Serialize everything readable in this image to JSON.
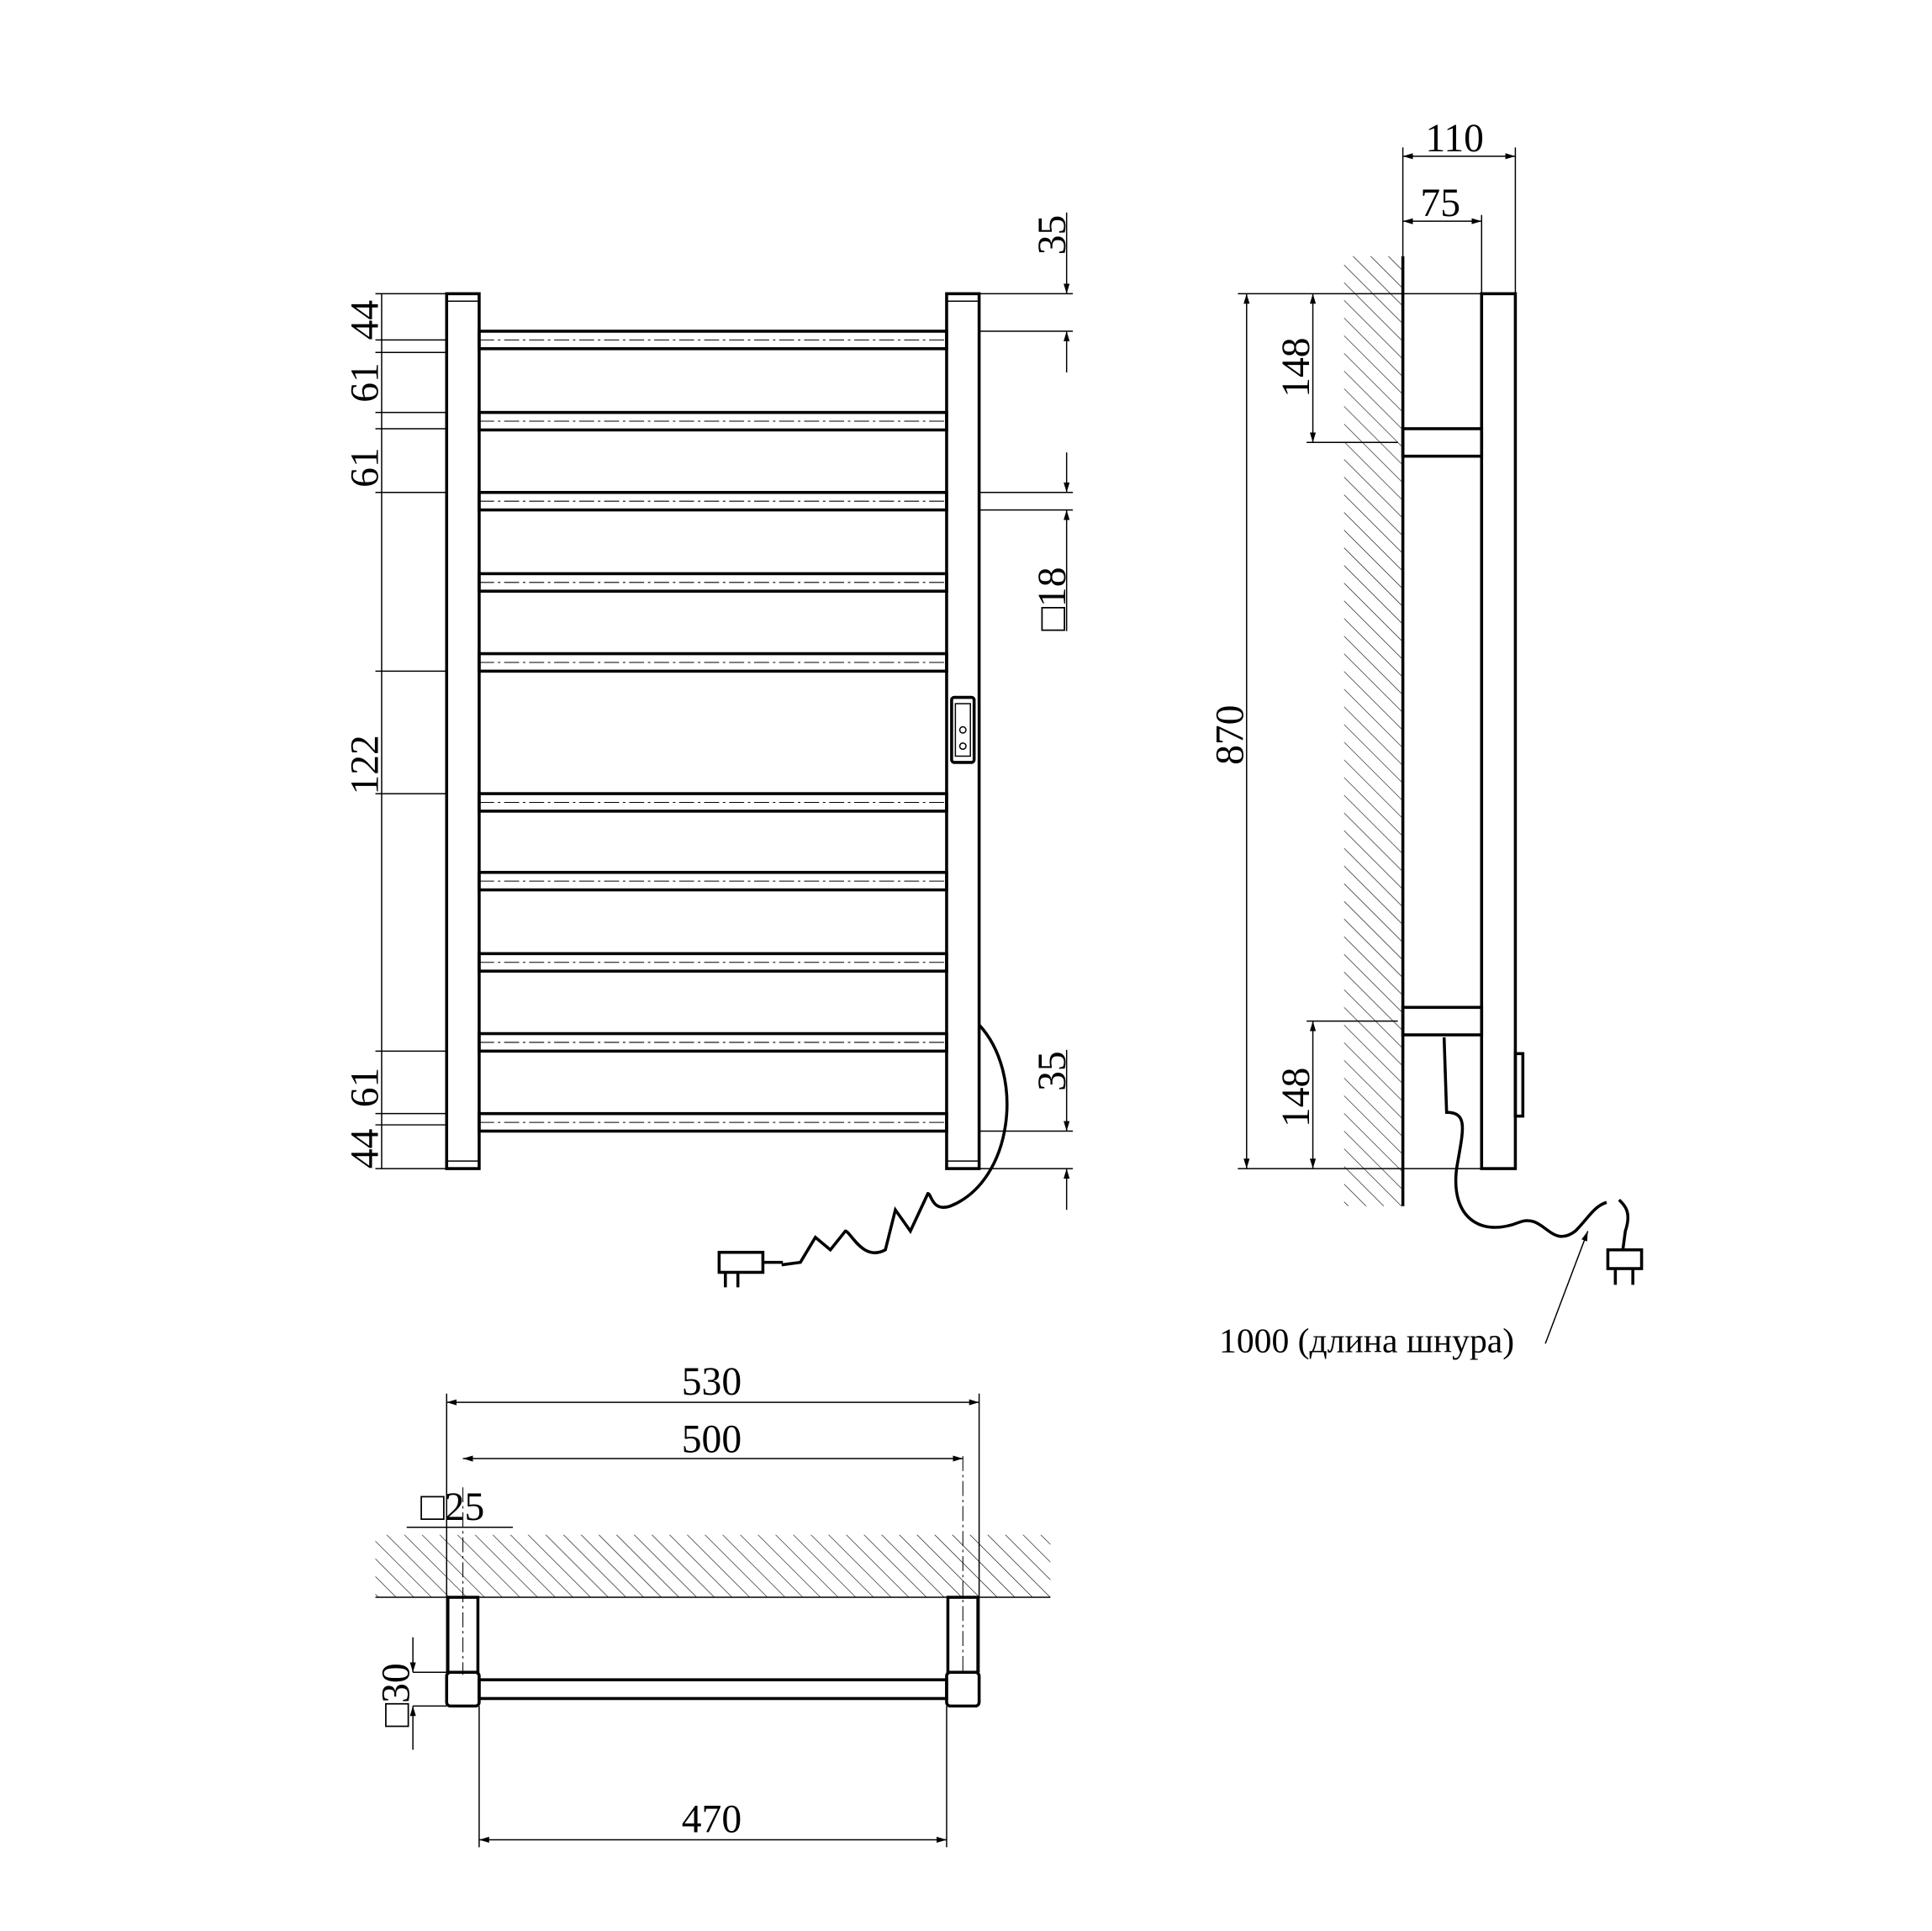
{
  "front_view": {
    "dims_left": [
      "44",
      "61",
      "61",
      "122",
      "61",
      "44"
    ],
    "dims_right": {
      "top": "35",
      "square": "□18",
      "bottom": "35"
    }
  },
  "side_view": {
    "depth_total": "110",
    "depth_wall": "75",
    "height": "870",
    "bracket_top": "148",
    "bracket_bottom": "148",
    "cord_label": "1000 (длина шнура)"
  },
  "top_view": {
    "width_total": "530",
    "axis_distance": "500",
    "inner_width": "470",
    "post_square": "□25",
    "bar_square": "□30"
  },
  "colors": {
    "line": "#000000",
    "background": "#ffffff"
  }
}
